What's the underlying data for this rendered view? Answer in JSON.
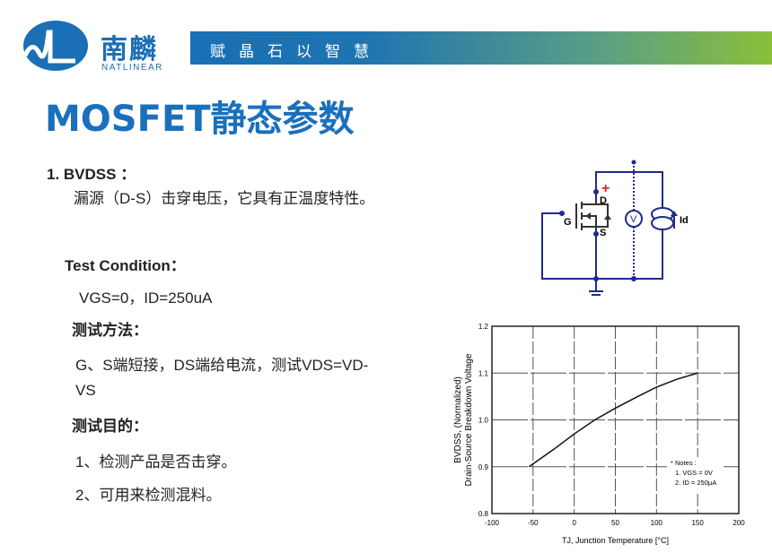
{
  "header": {
    "logo_cn": "南麟",
    "logo_en": "NATLINEAR",
    "slogan": "赋晶石以智慧"
  },
  "title": "MOSFET静态参数",
  "content": {
    "item1_title": "1.  BVDSS ：",
    "item1_desc": "漏源（D-S）击穿电压，它具有正温度特性。",
    "test_condition_label": "Test Condition：",
    "test_condition_value": "VGS=0，ID=250uA",
    "method_label": "测试方法：",
    "method_line1": "G、S端短接，DS端给电流，测试VDS=VD-",
    "method_line2": "VS",
    "purpose_label": "测试目的：",
    "purpose_1": "1、检测产品是否击穿。",
    "purpose_2": "2、可用来检测混料。"
  },
  "circuit": {
    "labels": {
      "g": "G",
      "d": "D",
      "s": "S",
      "v": "V",
      "id": "Id",
      "plus": "+"
    }
  },
  "chart_data": {
    "type": "line",
    "title": "",
    "xlabel": "TJ, Junction Temperature [°C]",
    "ylabel_line1": "BVDSS, (Normalized)",
    "ylabel_line2": "Drain-Source Breakdown Voltage",
    "xlim": [
      -100,
      200
    ],
    "ylim": [
      0.8,
      1.2
    ],
    "xticks": [
      -100,
      -50,
      0,
      50,
      100,
      150,
      200
    ],
    "yticks": [
      0.8,
      0.9,
      1.0,
      1.1,
      1.2
    ],
    "ytick_labels": [
      "0.8",
      "0.9",
      "1.0",
      "1.1",
      "1.2"
    ],
    "grid": true,
    "series": [
      {
        "name": "BVDSS",
        "x": [
          -55,
          -25,
          0,
          25,
          50,
          75,
          100,
          125,
          150
        ],
        "y": [
          0.9,
          0.937,
          0.97,
          1.0,
          1.025,
          1.048,
          1.07,
          1.087,
          1.1
        ]
      }
    ],
    "notes": [
      "* Notes :",
      "1. VGS = 0V",
      "2. ID = 250μA"
    ]
  }
}
